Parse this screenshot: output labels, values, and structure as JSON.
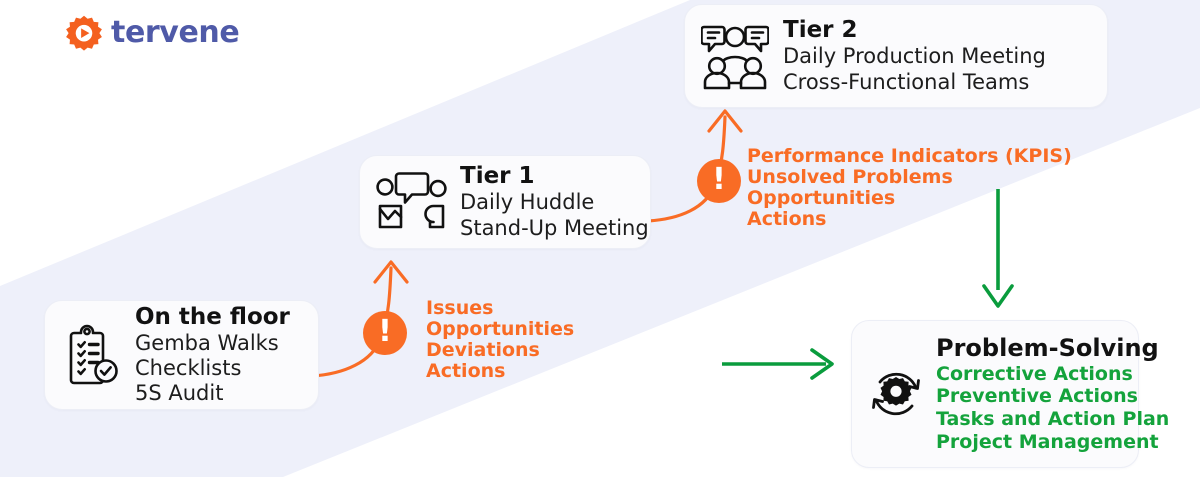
{
  "brand": {
    "name": "tervene",
    "logo_icon": "gear-play-icon",
    "logo_gear_color": "#f4601f",
    "wordmark_color": "#4f5aa8"
  },
  "theme": {
    "band_color": "#eef0fa",
    "accent_orange": "#f96c25",
    "accent_green": "#14a33c",
    "card_bg": "#fbfbfd",
    "card_border": "#eceef6",
    "text_dark": "#121212"
  },
  "cards": [
    {
      "id": "on-the-floor",
      "icon": "clipboard-checklist-icon",
      "title": "On the floor",
      "lines": [
        "Gemba Walks",
        "Checklists",
        "5S Audit"
      ],
      "line_color": "#1d1d1d"
    },
    {
      "id": "tier-1",
      "icon": "two-people-speech-bubble-icon",
      "title": "Tier 1",
      "lines": [
        "Daily Huddle",
        "Stand-Up Meeting"
      ],
      "line_color": "#1d1d1d"
    },
    {
      "id": "tier-2",
      "icon": "three-people-speech-bubbles-icon",
      "title": "Tier 2",
      "lines": [
        "Daily Production Meeting",
        "Cross-Functional Teams"
      ],
      "line_color": "#1d1d1d"
    },
    {
      "id": "problem-solving",
      "icon": "gear-cycle-icon",
      "title": "Problem-Solving",
      "lines": [
        "Corrective Actions",
        "Preventive Actions",
        "Tasks and Action Plan",
        "Project Management"
      ],
      "line_color": "#14a33c"
    }
  ],
  "notes": [
    {
      "id": "floor-to-tier1",
      "badge_icon": "exclamation-circle-icon",
      "badge_mark": "!",
      "items": [
        "Issues",
        "Opportunities",
        "Deviations",
        "Actions"
      ]
    },
    {
      "id": "tier1-to-tier2",
      "badge_icon": "exclamation-circle-icon",
      "badge_mark": "!",
      "items": [
        "Performance Indicators (KPIS)",
        "Unsolved Problems",
        "Opportunities",
        "Actions"
      ]
    }
  ],
  "connectors": [
    {
      "id": "floor-to-tier1-arrow",
      "icon": "curved-up-arrow-icon",
      "color": "#f96c25"
    },
    {
      "id": "tier1-to-tier2-arrow",
      "icon": "curved-up-arrow-icon",
      "color": "#f96c25"
    },
    {
      "id": "tier2-to-problem-arrow",
      "icon": "down-arrow-icon",
      "color": "#14a33c"
    },
    {
      "id": "to-problem-solving-arrow",
      "icon": "right-arrow-icon",
      "color": "#0a9c3d"
    }
  ]
}
